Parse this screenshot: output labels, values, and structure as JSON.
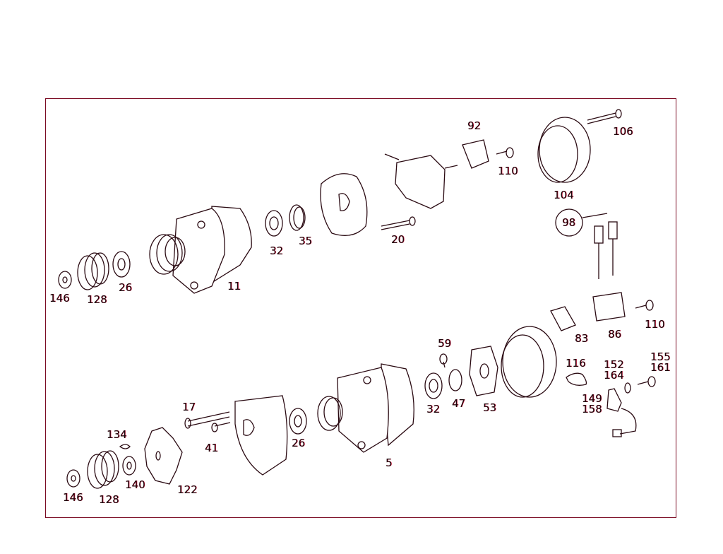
{
  "labels": [
    "146",
    "128",
    "26",
    "11",
    "32",
    "35",
    "20",
    "92",
    "110",
    "106",
    "104",
    "98",
    "83",
    "86",
    "110",
    "59",
    "32",
    "47",
    "53",
    "116",
    "152",
    "164",
    "155",
    "161",
    "149",
    "158",
    "17",
    "41",
    "134",
    "140",
    "122",
    "146",
    "128",
    "26",
    "5"
  ],
  "colors": {
    "frame": "#7a0a22",
    "line": "#2a0a12",
    "fringe": "#d0103a"
  }
}
